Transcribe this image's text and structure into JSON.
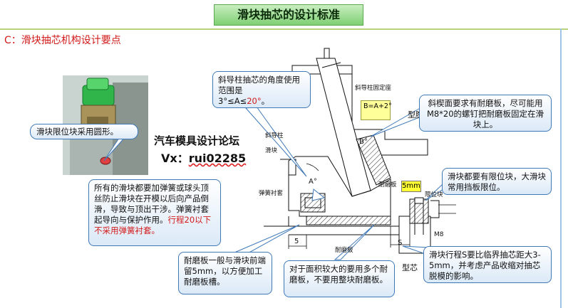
{
  "title": "滑块抽芯的设计标准",
  "section_heading": "C：滑块抽芯机构设计要点",
  "watermark": {
    "line1": "汽车模具设计论坛",
    "line2_prefix": "Vx：",
    "line2_id": "rui02285"
  },
  "callouts": {
    "angle_prefix": "斜导柱抽芯的角度使用范围是",
    "angle_range_start": "3°≤A≤",
    "angle_range_red": "20°",
    "angle_range_end": "。",
    "wear_plate_requirement": "斜楔面要求有耐磨板，尽可能用M8*20的螺钉把耐磨板固定在滑块上。",
    "limit_block_shape": "滑块限位块采用圆形。",
    "spring_text": "所有的滑块都要加弹簧或球头顶丝防止滑块在开模以后向产品倒滑，导致与顶出干涉。弹簧衬套起导向与保护作用。",
    "spring_red": "行程20以下不采用弹簧衬套。",
    "limit_block_required": "滑块都要有限位块，大滑块常用挡板限位。",
    "front_clearance": "耐磨板一般与滑块前端留5mm，以方便加工耐磨板槽。",
    "multiple_wear_plates": "对于面积较大的要用多个耐磨板，不要用整块耐磨板。",
    "stroke_rule": "滑块行程S要比临界抽芯距大3-5mm，并考虑产品收缩对抽芯脱模的影响。"
  },
  "formula": "B=A+2°",
  "drawing_labels": {
    "angled_pin_retainer": "斜导柱固定座",
    "cavity": "型腔",
    "angled_pin": "斜导柱",
    "slider": "滑块",
    "spring_bushing": "弹簧衬套",
    "wear_plate_side": "耐磨板",
    "limit_block": "限位块",
    "wear_plate_bottom": "耐磨板",
    "core": "型芯",
    "angle_a": "A°",
    "angle_b": "B°",
    "dim_5mm": "5mm",
    "dim_5": "5",
    "stroke_s": "S",
    "screw": "M8"
  },
  "colors": {
    "title_bg": "#7fcf74",
    "callout_border": "#3f79b8",
    "red_text": "#d21a1a",
    "highlight": "#ffff33"
  }
}
